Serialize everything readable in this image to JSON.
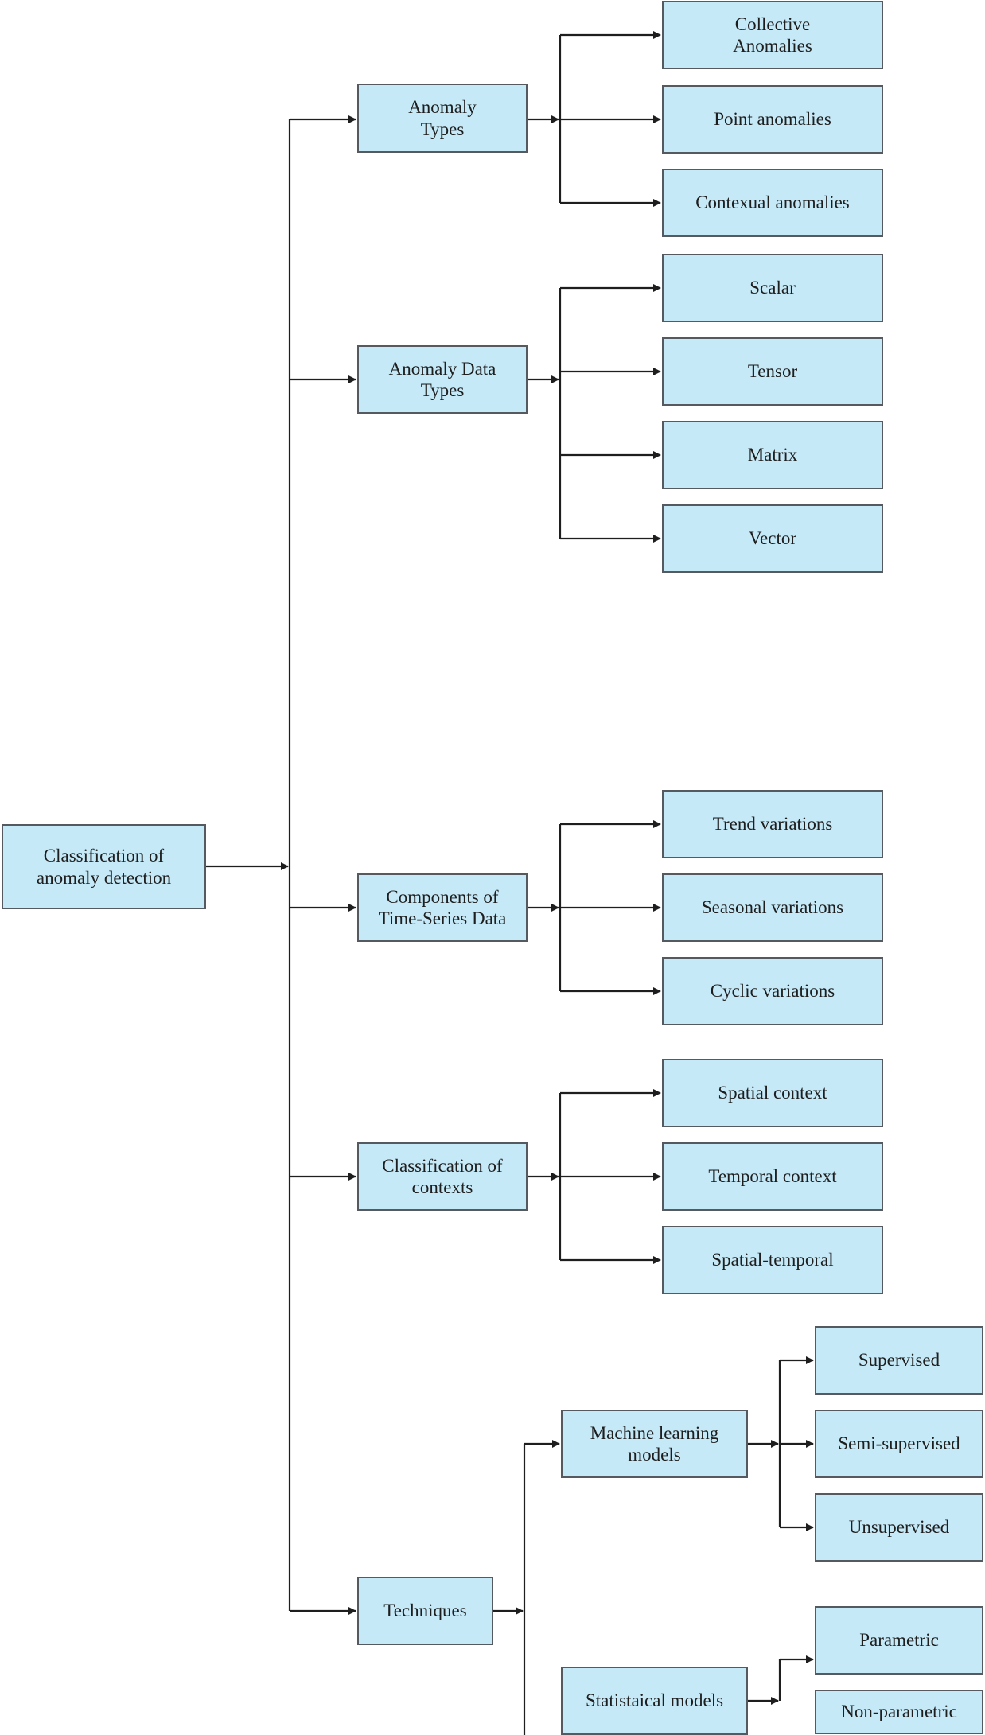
{
  "nodes": {
    "root": "Classification of\nanomaly detection",
    "anomaly_types": "Anomaly\nTypes",
    "collective": "Collective\nAnomalies",
    "point": "Point anomalies",
    "contextual": "Contexual anomalies",
    "anomaly_data_types": "Anomaly Data\nTypes",
    "scalar": "Scalar",
    "tensor": "Tensor",
    "matrix": "Matrix",
    "vector": "Vector",
    "components": "Components of\nTime-Series Data",
    "trend": "Trend variations",
    "seasonal": "Seasonal variations",
    "cyclic": "Cyclic variations",
    "contexts": "Classification of\ncontexts",
    "spatial": "Spatial context",
    "temporal": "Temporal context",
    "spatial_temporal": "Spatial-temporal",
    "techniques": "Techniques",
    "ml_models": "Machine learning\nmodels",
    "supervised": "Supervised",
    "semi_supervised": "Semi-supervised",
    "unsupervised": "Unsupervised",
    "stat_models": "Statistaical models",
    "parametric": "Parametric",
    "non_parametric": "Non-parametric"
  },
  "colors": {
    "box_fill": "#c6e9f8",
    "box_border": "#555a60",
    "line": "#1e1e1e",
    "text": "#1e1e1e"
  }
}
